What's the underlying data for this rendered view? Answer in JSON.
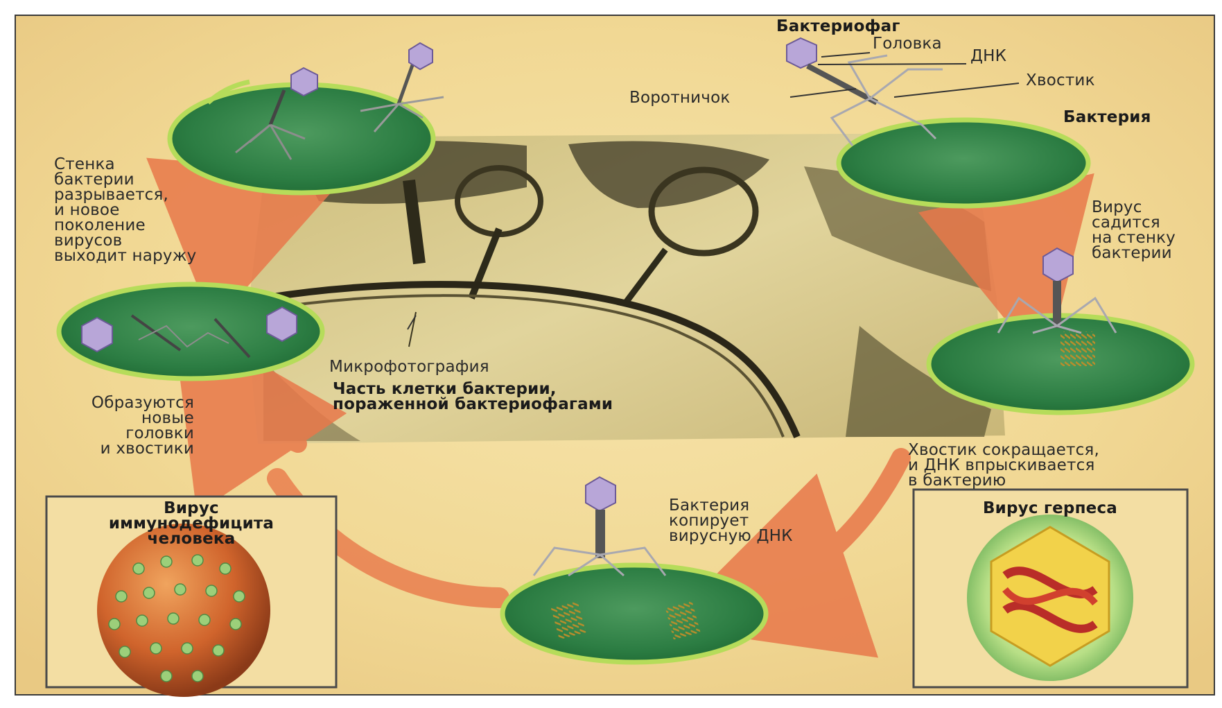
{
  "phage_labels": {
    "title": "Бактериофаг",
    "head": "Головка",
    "dna": "ДНК",
    "tail": "Хвостик",
    "collar": "Воротничок",
    "bacterium": "Бактерия"
  },
  "steps": {
    "attach": "Вирус\nсадится\nна стенку\nбактерии",
    "inject": "Хвостик сокращается,\nи ДНК впрыскивается\nв бактерию",
    "copy": "Бактерия\nкопирует\nвирусную ДНК",
    "assemble": "Образуются\nновые\nголовки\nи хвостики",
    "burst": "Стенка\nбактерии\nразрывается,\nи новое\nпоколение\nвирусов\nвыходит наружу"
  },
  "micrograph": {
    "label": "Микрофотография",
    "caption": "Часть клетки бактерии,\nпораженной бактериофагами"
  },
  "insets": {
    "hiv_title": "Вирус\nиммунодефицита\nчеловека",
    "herpes_title": "Вирус герпеса"
  },
  "colors": {
    "background": "#f2dc9c",
    "bacterium_fill": "#2f8a4a",
    "bacterium_rim": "#b6dc5a",
    "arrow": "#e8784a",
    "phage_head": "#b8a6d8"
  }
}
